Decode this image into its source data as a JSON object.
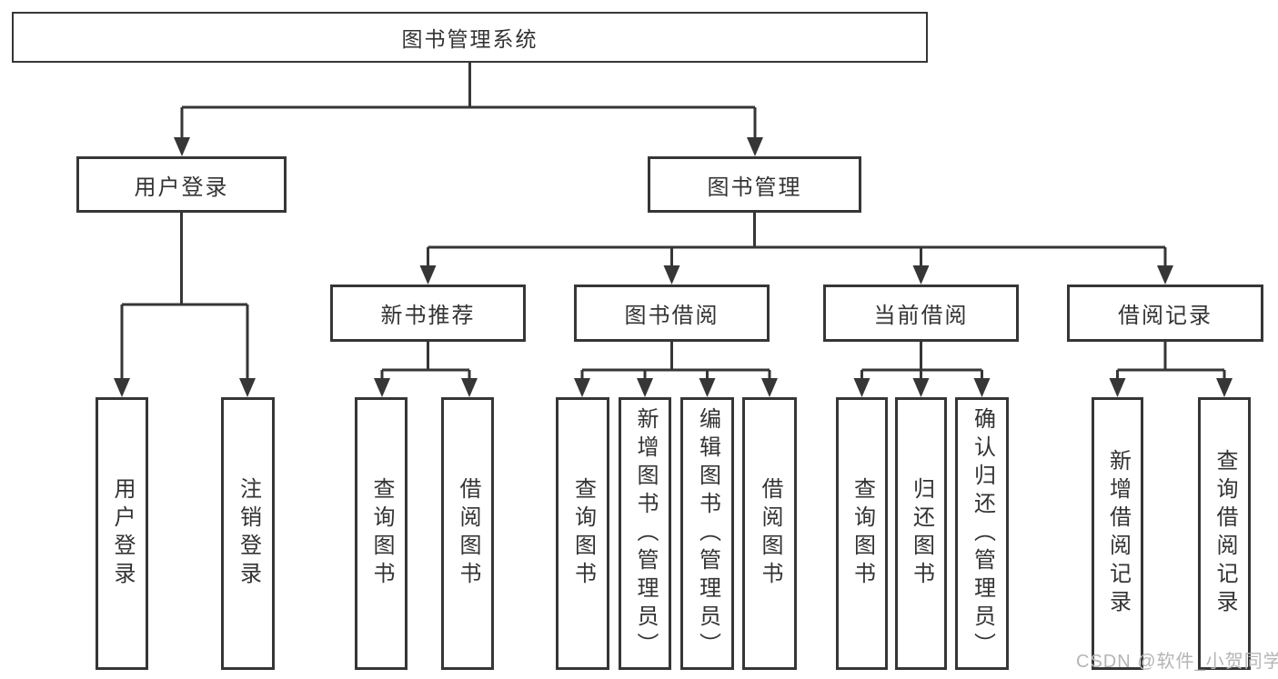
{
  "root": {
    "label": "图书管理系统"
  },
  "login_branch": {
    "label": "用户登录",
    "children": [
      "用户登录",
      "注销登录"
    ]
  },
  "mgmt_branch": {
    "label": "图书管理",
    "modules": [
      {
        "label": "新书推荐",
        "children": [
          "查询图书",
          "借阅图书"
        ]
      },
      {
        "label": "图书借阅",
        "children": [
          "查询图书",
          "新增图书（管理员）",
          "编辑图书（管理员）",
          "借阅图书"
        ]
      },
      {
        "label": "当前借阅",
        "children": [
          "查询图书",
          "归还图书",
          "确认归还（管理员）"
        ]
      },
      {
        "label": "借阅记录",
        "children": [
          "新增借阅记录",
          "查询借阅记录"
        ]
      }
    ]
  },
  "watermark": "CSDN @软件_小贺同学",
  "colors": {
    "line": "#363636",
    "text": "#333333",
    "watermark": "#b5b5b5",
    "background": "#ffffff"
  }
}
